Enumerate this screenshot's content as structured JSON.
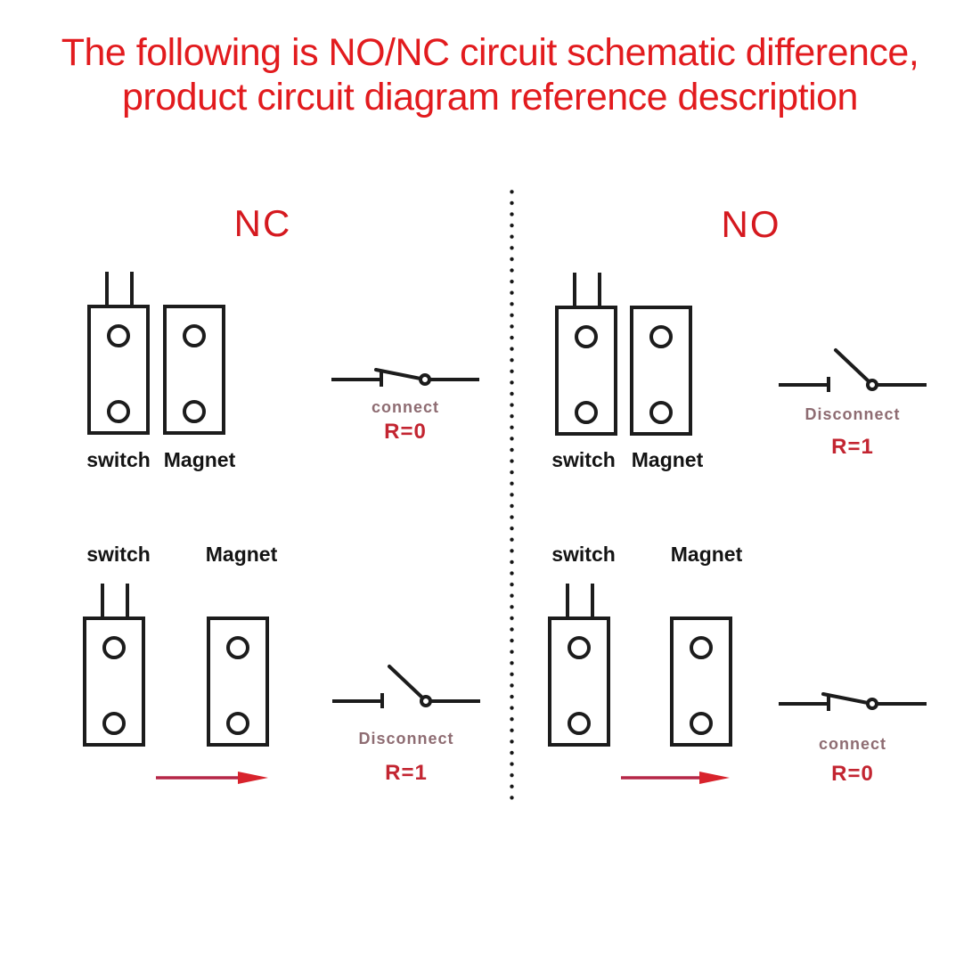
{
  "title": {
    "line1": "The following is NO/NC circuit schematic difference,",
    "line2": "product circuit diagram reference description"
  },
  "labels": {
    "switch": "switch",
    "magnet": "Magnet"
  },
  "sections": {
    "nc": {
      "label": "NC",
      "magnet_near": {
        "state": "connect",
        "r": "R=0",
        "switch_symbol": "closed-switch-icon"
      },
      "magnet_far": {
        "state": "Disconnect",
        "r": "R=1",
        "switch_symbol": "open-switch-icon",
        "arrow": "magnet-moving-right-arrow"
      }
    },
    "no": {
      "label": "NO",
      "magnet_near": {
        "state": "Disconnect",
        "r": "R=1",
        "switch_symbol": "open-switch-icon"
      },
      "magnet_far": {
        "state": "connect",
        "r": "R=0",
        "switch_symbol": "closed-switch-icon",
        "arrow": "magnet-moving-right-arrow"
      }
    }
  },
  "colors": {
    "title_red": "#e21b1e",
    "section_red": "#d5191f",
    "state_text": "#8e6c72",
    "r_text": "#c32531",
    "arrow_line": "#b52647",
    "arrow_head": "#d8232c",
    "diagram_stroke": "#1c1c1c",
    "background": "#ffffff"
  }
}
